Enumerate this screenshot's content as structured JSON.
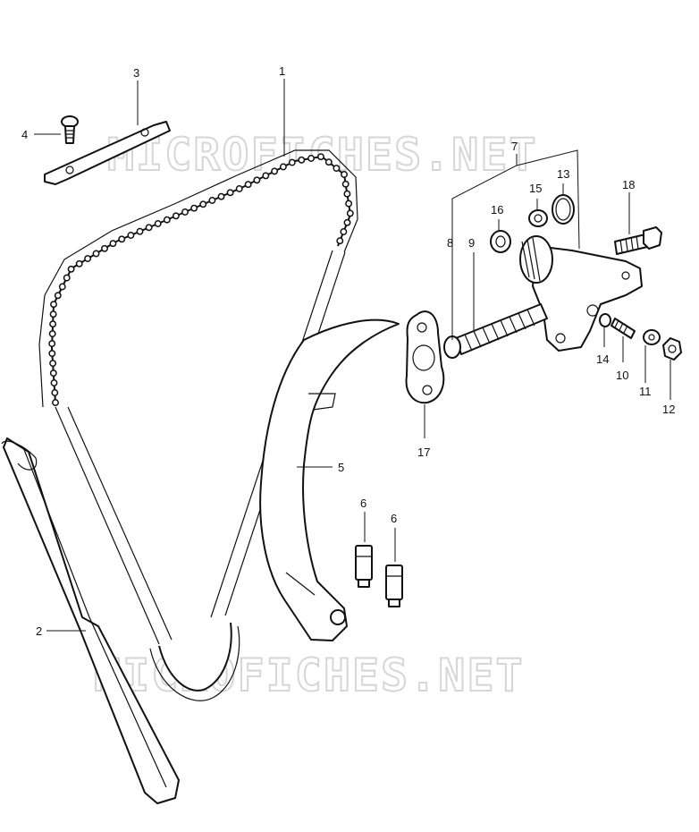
{
  "watermark": {
    "text": "MICROFICHES.NET"
  },
  "callouts": {
    "c1": "1",
    "c2": "2",
    "c3": "3",
    "c4": "4",
    "c5": "5",
    "c6a": "6",
    "c6b": "6",
    "c7": "7",
    "c8": "8",
    "c9": "9",
    "c10": "10",
    "c11": "11",
    "c12": "12",
    "c13": "13",
    "c14": "14",
    "c15": "15",
    "c16": "16",
    "c17": "17",
    "c18": "18"
  }
}
